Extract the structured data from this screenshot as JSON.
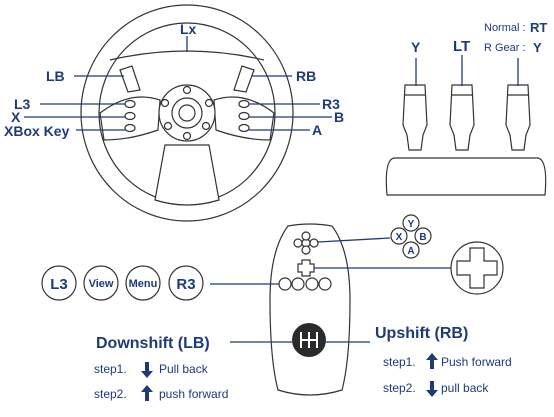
{
  "wheel": {
    "labels": {
      "lx": "Lx",
      "lb": "LB",
      "rb": "RB",
      "l3": "L3",
      "x": "X",
      "xbox_key": "XBox Key",
      "r3": "R3",
      "b": "B",
      "a": "A"
    }
  },
  "pedals": {
    "left": "Y",
    "middle": "LT",
    "right_normal_prefix": "Normal :",
    "right_normal_value": "RT",
    "right_rgear_prefix": "R Gear :",
    "right_rgear_value": "Y"
  },
  "shifter": {
    "face_buttons": {
      "y": "Y",
      "x": "X",
      "b": "B",
      "a": "A"
    },
    "round_buttons": [
      "L3",
      "View",
      "Menu",
      "R3"
    ],
    "downshift": {
      "title": "Downshift  (LB)",
      "step1_prefix": "step1.",
      "step1_text": "Pull back",
      "step2_prefix": "step2.",
      "step2_text": "push forward"
    },
    "upshift": {
      "title": "Upshift  (RB)",
      "step1_prefix": "step1.",
      "step1_text": "Push forward",
      "step2_prefix": "step2.",
      "step2_text": "pull back"
    }
  },
  "colors": {
    "label_blue": "#1d3b7a",
    "outline": "#333333"
  },
  "icons": [
    "arrow-down-icon",
    "arrow-up-icon",
    "dpad-icon",
    "shift-knob-icon"
  ]
}
